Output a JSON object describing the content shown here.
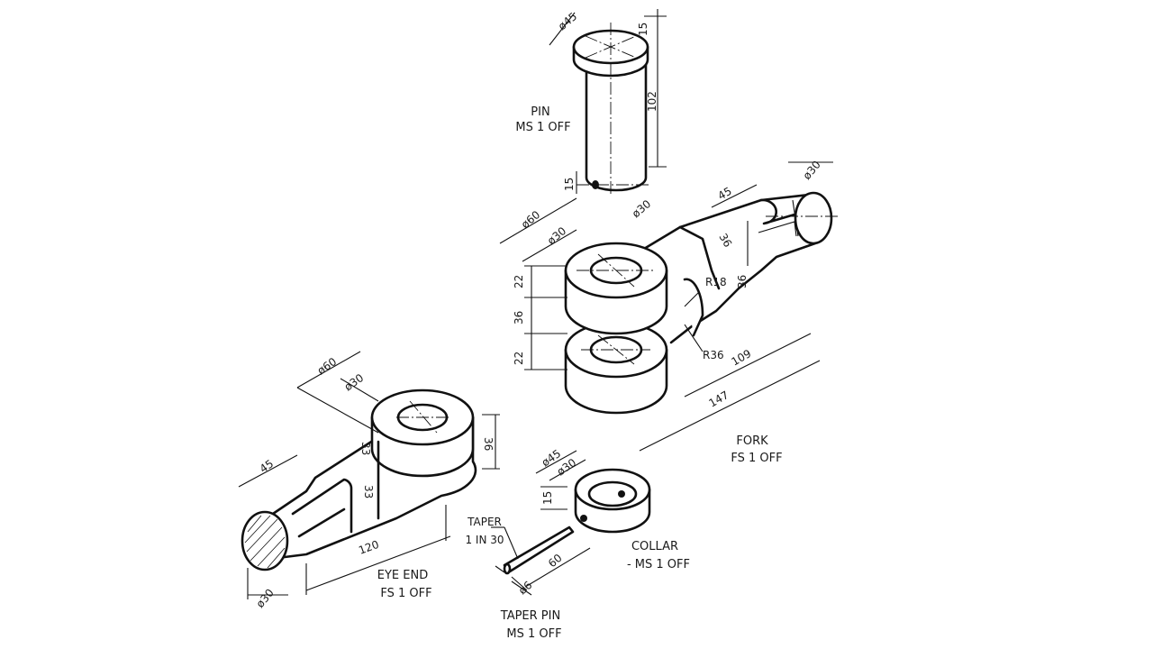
{
  "parts": {
    "pin": {
      "name": "PIN",
      "spec": "MS 1 OFF"
    },
    "fork": {
      "name": "FORK",
      "spec": "FS 1 OFF"
    },
    "eye_end": {
      "name": "EYE END",
      "spec": "FS 1 OFF"
    },
    "collar": {
      "name": "COLLAR",
      "spec": "- MS 1 OFF"
    },
    "taper_pin": {
      "name": "TAPER PIN",
      "spec": "MS 1 OFF"
    }
  },
  "notes": {
    "taper_1": "TAPER",
    "taper_2": "1 IN 30"
  },
  "dims": {
    "pin_head_dia": "ø45",
    "pin_head_h": "15",
    "pin_len": "102",
    "pin_hole_h": "15",
    "pin_dia": "ø30",
    "fork_boss_dia": "ø60",
    "fork_bore_dia": "ø30",
    "fork_top_h": "22",
    "fork_gap": "36",
    "fork_bot_h": "22",
    "fork_r18": "R18",
    "fork_r36": "R36",
    "fork_len_109": "109",
    "fork_len_147": "147",
    "fork_flat": "45",
    "fork_36a": "36",
    "fork_36b": "36",
    "fork_shaft_dia": "ø30",
    "eye_boss_dia": "ø60",
    "eye_bore_dia": "ø30",
    "eye_h": "36",
    "eye_33a": "33",
    "eye_33b": "33",
    "eye_flat": "45",
    "eye_len": "120",
    "eye_shaft_dia": "ø30",
    "collar_od": "ø45",
    "collar_id": "ø30",
    "collar_h": "15",
    "taper_len": "60",
    "taper_dia": "ø6"
  }
}
